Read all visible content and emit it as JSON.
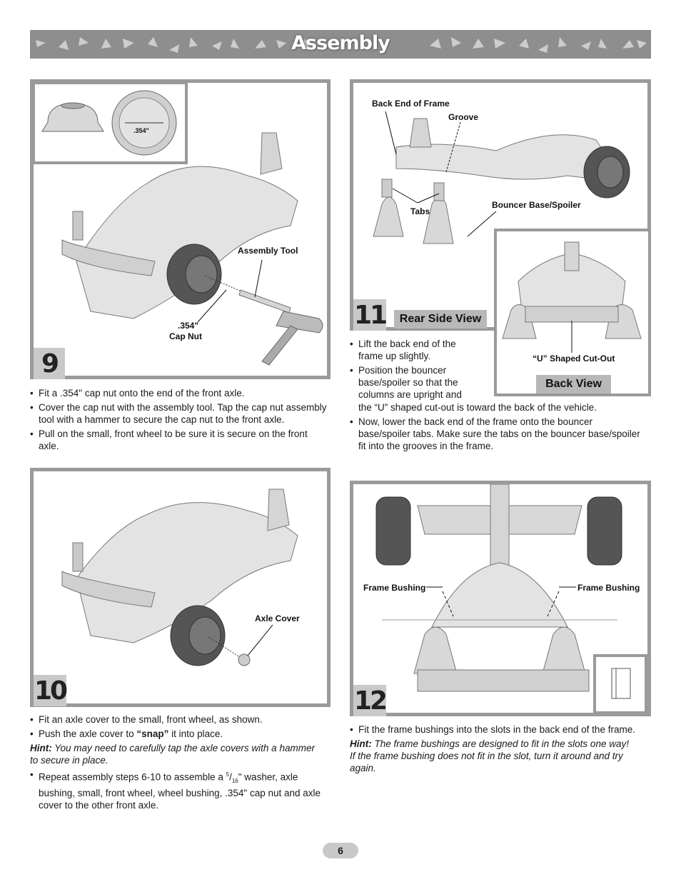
{
  "header": {
    "title": "Assembly"
  },
  "step9": {
    "number": "9",
    "inset_dimension": ".354\"",
    "labels": {
      "assembly_tool": "Assembly Tool",
      "cap_nut_line1": ".354\"",
      "cap_nut_line2": "Cap Nut"
    },
    "bullets": [
      "Fit a .354\" cap nut onto the end of the front axle.",
      "Cover the cap nut with the assembly tool. Tap the cap nut assembly tool with a hammer to secure the cap nut to the front axle.",
      "Pull on the small, front wheel to be sure it is secure on the front axle."
    ]
  },
  "step10": {
    "number": "10",
    "labels": {
      "axle_cover": "Axle Cover"
    },
    "bullets": [
      "Fit an axle cover to the small, front wheel, as shown."
    ],
    "bullet2_prefix": "Push the axle cover to ",
    "bullet2_bold": "“snap”",
    "bullet2_suffix": " it into place.",
    "hint_label": "Hint:",
    "hint_line1": "You may need to carefully tap the axle covers with a hammer",
    "hint_line2": "to secure in place.",
    "bullet3_prefix": "Repeat assembly steps 6-10 to assemble a ",
    "bullet3_fraction_num": "5",
    "bullet3_fraction_den": "16",
    "bullet3_suffix": "\" washer, axle bushing, small, front wheel, wheel bushing, .354\" cap nut and axle cover to the other front axle."
  },
  "step11": {
    "number": "11",
    "labels": {
      "back_end_of_frame": "Back End of Frame",
      "groove": "Groove",
      "tabs": "Tabs",
      "bouncer_base_spoiler": "Bouncer Base/Spoiler",
      "u_shaped_cut_out": "“U” Shaped Cut-Out"
    },
    "rear_side_view": "Rear Side View",
    "back_view": "Back View",
    "bullet1_line1": "Lift the back end of the",
    "bullet1_line2": "frame up slightly.",
    "bullet2_lines": [
      "Position the bouncer",
      "base/spoiler so that the",
      "columns are upright and"
    ],
    "bullet2_tail": "the “U” shaped cut-out is toward the back of the vehicle.",
    "bullet3": "Now, lower the back end of the frame onto the bouncer base/spoiler tabs. Make sure the tabs on the bouncer base/spoiler fit into the grooves in the frame."
  },
  "step12": {
    "number": "12",
    "labels": {
      "frame_bushing_left": "Frame Bushing",
      "frame_bushing_right": "Frame Bushing"
    },
    "bullet": "Fit the frame bushings into the slots in the back end of the frame.",
    "hint_label": "Hint:",
    "hint_line1": "The frame bushings are designed to fit in the slots one way!",
    "hint_line2": "If the frame bushing does not fit in the slot, turn it around and try again."
  },
  "footer": {
    "page_number": "6"
  }
}
